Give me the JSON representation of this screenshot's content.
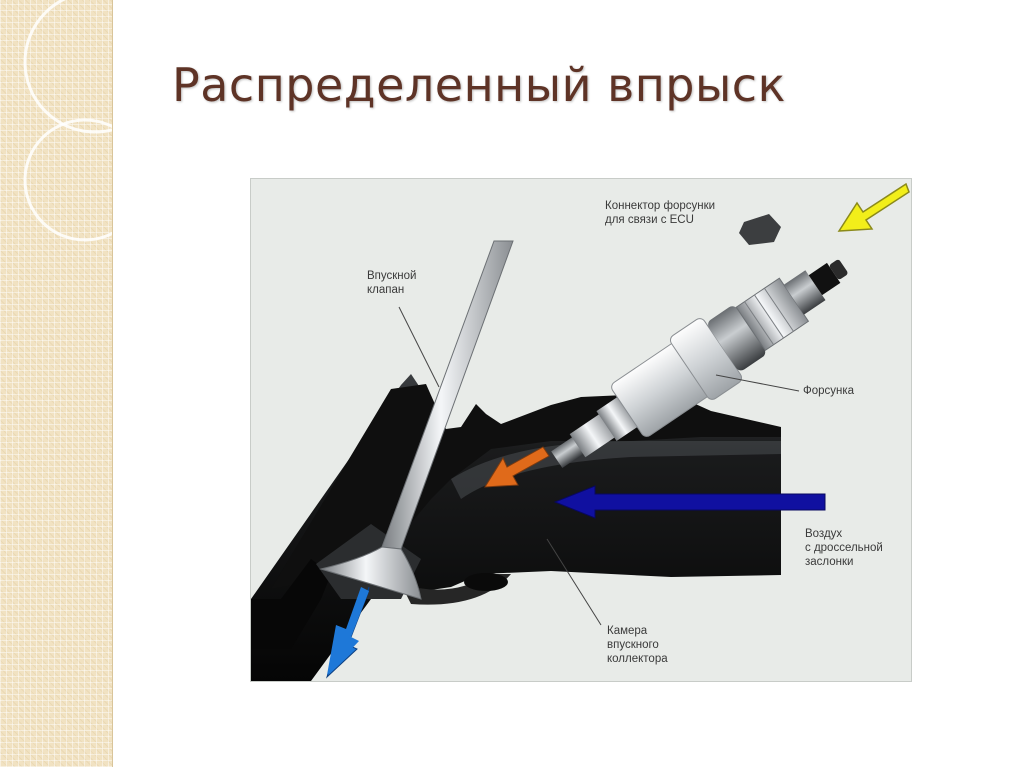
{
  "title": "Распределенный впрыск",
  "labels": {
    "connector": [
      "Коннектор форсунки",
      "для связи с ECU"
    ],
    "intake_valve": [
      "Впускной",
      "клапан"
    ],
    "injector": [
      "Форсунка"
    ],
    "air": [
      "Воздух",
      "с дроссельной",
      "заслонки"
    ],
    "chamber": [
      "Камера",
      "впускного",
      "коллектора"
    ]
  },
  "colors": {
    "title": "#5e3326",
    "air_arrow": "#1010a0",
    "fuel_arrow": "#e06a1a",
    "outflow_arrow": "#1e78d8",
    "signal_arrow": "#f2ee1a",
    "manifold": "#141414"
  },
  "icons": [
    "yellow-signal-arrow-icon",
    "orange-fuel-arrow-icon",
    "blue-air-arrow-icon",
    "blue-outflow-arrow-icon"
  ]
}
